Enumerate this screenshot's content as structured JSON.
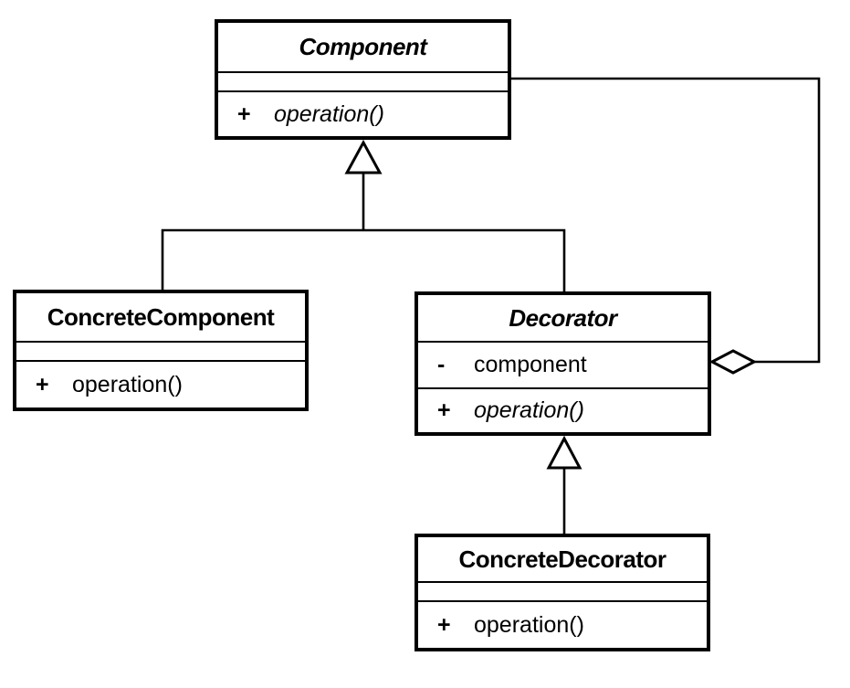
{
  "diagram": {
    "kind": "uml-class-diagram",
    "pattern": "Decorator",
    "colors": {
      "line": "#000000",
      "background": "#ffffff",
      "box_fill": "#ffffff",
      "text": "#000000"
    },
    "classes": [
      {
        "name": "Component",
        "abstract": true,
        "attributes": [],
        "methods": [
          {
            "visibility": "+",
            "signature": "operation()",
            "abstract": true
          }
        ]
      },
      {
        "name": "ConcreteComponent",
        "abstract": false,
        "attributes": [],
        "methods": [
          {
            "visibility": "+",
            "signature": "operation()",
            "abstract": false
          }
        ]
      },
      {
        "name": "Decorator",
        "abstract": true,
        "attributes": [
          {
            "visibility": "-",
            "name": "component"
          }
        ],
        "methods": [
          {
            "visibility": "+",
            "signature": "operation()",
            "abstract": true
          }
        ]
      },
      {
        "name": "ConcreteDecorator",
        "abstract": false,
        "attributes": [],
        "methods": [
          {
            "visibility": "+",
            "signature": "operation()",
            "abstract": false
          }
        ]
      }
    ],
    "relations": [
      {
        "type": "generalization",
        "from": "ConcreteComponent",
        "to": "Component"
      },
      {
        "type": "generalization",
        "from": "Decorator",
        "to": "Component"
      },
      {
        "type": "generalization",
        "from": "ConcreteDecorator",
        "to": "Decorator"
      },
      {
        "type": "aggregation",
        "from": "Decorator",
        "to": "Component"
      }
    ]
  }
}
